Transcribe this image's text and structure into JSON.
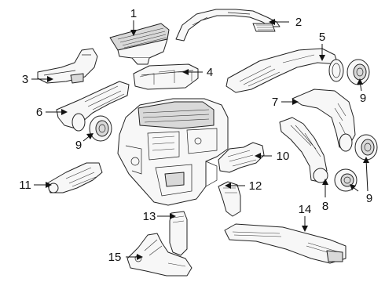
{
  "callouts": [
    {
      "id": "1",
      "label": "1"
    },
    {
      "id": "2",
      "label": "2"
    },
    {
      "id": "3",
      "label": "3"
    },
    {
      "id": "4",
      "label": "4"
    },
    {
      "id": "5",
      "label": "5"
    },
    {
      "id": "6",
      "label": "6"
    },
    {
      "id": "7",
      "label": "7"
    },
    {
      "id": "8",
      "label": "8"
    },
    {
      "id": "9a",
      "label": "9"
    },
    {
      "id": "9b",
      "label": "9"
    },
    {
      "id": "9c",
      "label": "9"
    },
    {
      "id": "10",
      "label": "10"
    },
    {
      "id": "11",
      "label": "11"
    },
    {
      "id": "12",
      "label": "12"
    },
    {
      "id": "13",
      "label": "13"
    },
    {
      "id": "14",
      "label": "14"
    },
    {
      "id": "15",
      "label": "15"
    }
  ]
}
